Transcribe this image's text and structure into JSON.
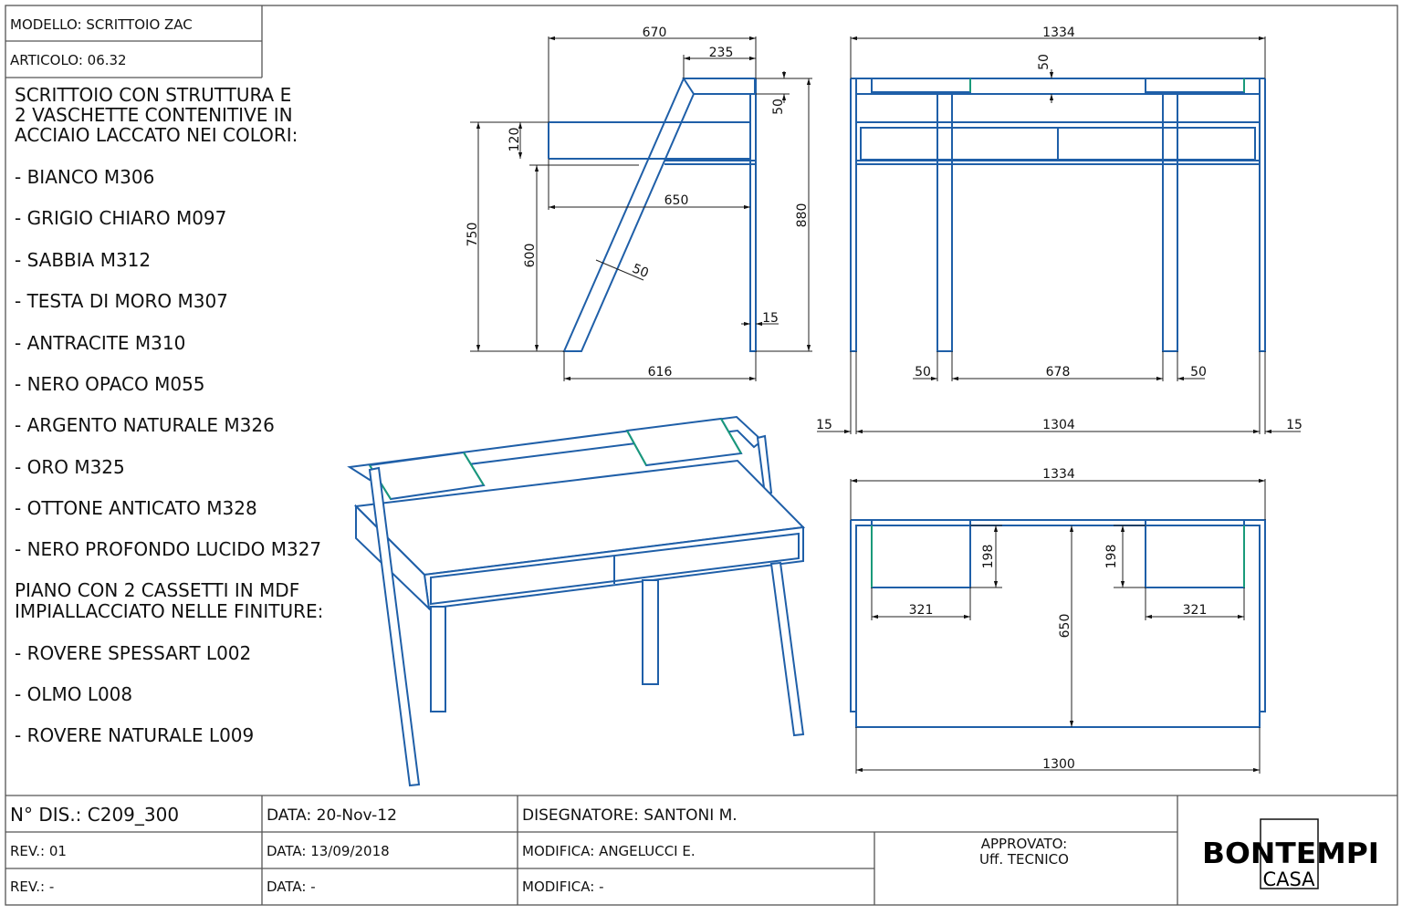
{
  "header": {
    "model": "MODELLO: SCRITTOIO ZAC",
    "article": "ARTICOLO: 06.32"
  },
  "description": {
    "structure_lines": [
      "SCRITTOIO CON STRUTTURA E",
      "2 VASCHETTE CONTENITIVE IN",
      "ACCIAIO LACCATO NEI COLORI:"
    ],
    "steel_colors": [
      "- BIANCO M306",
      "- GRIGIO CHIARO M097",
      "- SABBIA M312",
      "- TESTA DI MORO M307",
      "- ANTRACITE M310",
      "- NERO OPACO M055",
      "- ARGENTO NATURALE M326",
      "- ORO M325",
      "- OTTONE ANTICATO M328",
      "- NERO PROFONDO LUCIDO M327"
    ],
    "top_lines": [
      "PIANO CON 2 CASSETTI  IN MDF",
      "IMPIALLACCIATO NELLE FINITURE:"
    ],
    "wood_finishes": [
      "- ROVERE SPESSART L002",
      "- OLMO L008",
      "- ROVERE NATURALE L009"
    ]
  },
  "side_view": {
    "d670": "670",
    "d235": "235",
    "d50top": "50",
    "d120": "120",
    "d750": "750",
    "d600": "600",
    "d650": "650",
    "d880": "880",
    "d50leg": "50",
    "d15": "15",
    "d616": "616"
  },
  "front_view": {
    "d1334": "1334",
    "d50": "50",
    "d50a": "50",
    "d678": "678",
    "d50b": "50",
    "d15a": "15",
    "d1304": "1304",
    "d15b": "15"
  },
  "top_view": {
    "d1334": "1334",
    "d198a": "198",
    "d198b": "198",
    "d321a": "321",
    "d321b": "321",
    "d650": "650",
    "d1300": "1300"
  },
  "title_block": {
    "drawing_no": "N° DIS.: C209_300",
    "date": "DATA: 20-Nov-12",
    "designer": "DISEGNATORE: SANTONI M.",
    "rev1": "REV.: 01",
    "date1": "DATA:  13/09/2018",
    "mod1": "MODIFICA: ANGELUCCI E.",
    "approved": "APPROVATO:",
    "approved_by": "Uff. TECNICO",
    "rev2": "REV.: -",
    "date2": "DATA: -",
    "mod2": "MODIFICA: -",
    "logo": "BONTEMPI",
    "logo_sub": "CASA"
  },
  "colors": {
    "line": "#1f5fa8",
    "tray": "#1a9a7a"
  }
}
